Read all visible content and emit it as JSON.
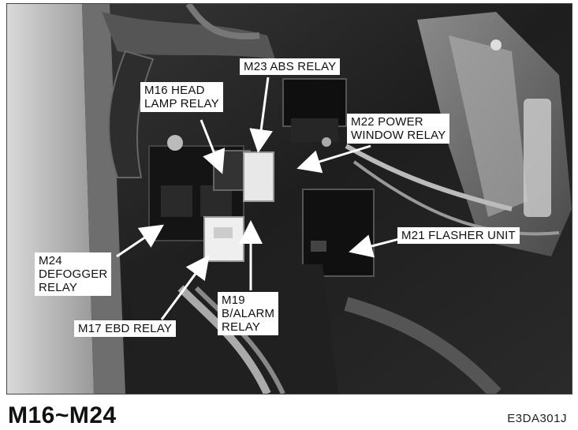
{
  "figure": {
    "labels": {
      "m16": "M16 HEAD\nLAMP RELAY",
      "m23": "M23 ABS RELAY",
      "m22": "M22 POWER\nWINDOW RELAY",
      "m21": "M21 FLASHER UNIT",
      "m24": "M24\nDEFOGGER\nRELAY",
      "m17": "M17 EBD RELAY",
      "m19": "M19\nB/ALARM\nRELAY"
    }
  },
  "caption": {
    "title": "M16~M24",
    "code": "E3DA301J"
  }
}
